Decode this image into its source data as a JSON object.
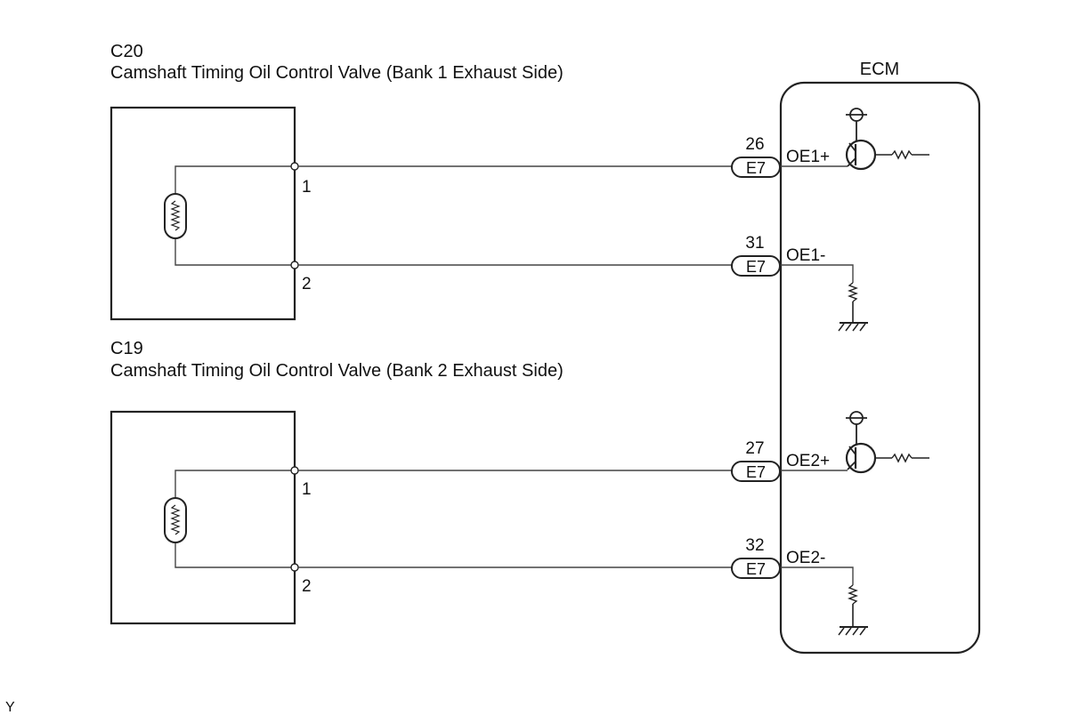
{
  "components": {
    "c20": {
      "code": "C20",
      "name": "Camshaft Timing Oil Control Valve (Bank 1 Exhaust Side)",
      "pins": [
        "1",
        "2"
      ]
    },
    "c19": {
      "code": "C19",
      "name": "Camshaft Timing Oil Control Valve (Bank 2 Exhaust Side)",
      "pins": [
        "1",
        "2"
      ]
    }
  },
  "ecm": {
    "label": "ECM",
    "terminals": [
      {
        "pin": "26",
        "connector": "E7",
        "signal": "OE1+"
      },
      {
        "pin": "31",
        "connector": "E7",
        "signal": "OE1-"
      },
      {
        "pin": "27",
        "connector": "E7",
        "signal": "OE2+"
      },
      {
        "pin": "32",
        "connector": "E7",
        "signal": "OE2-"
      }
    ]
  },
  "footer": {
    "code": "Y"
  }
}
